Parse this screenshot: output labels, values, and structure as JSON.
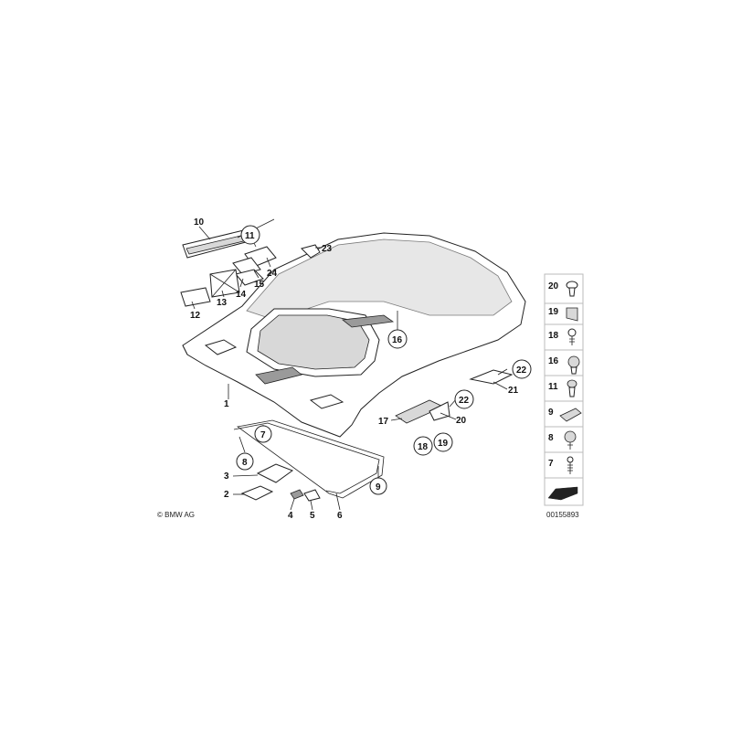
{
  "copyright": "© BMW AG",
  "drawing_number": "00155893",
  "callouts": {
    "c1": "1",
    "c2": "2",
    "c3": "3",
    "c4": "4",
    "c5": "5",
    "c6": "6",
    "c7": "7",
    "c8": "8",
    "c9": "9",
    "c10": "10",
    "c11": "11",
    "c12": "12",
    "c13": "13",
    "c14": "14",
    "c15": "15",
    "c16": "16",
    "c17": "17",
    "c18": "18",
    "c19": "19",
    "c20": "20",
    "c21": "21",
    "c22a": "22",
    "c22b": "22",
    "c23": "23",
    "c24": "24"
  },
  "legend": {
    "items": [
      "20",
      "19",
      "18",
      "16",
      "11",
      "9",
      "8",
      "7"
    ]
  }
}
